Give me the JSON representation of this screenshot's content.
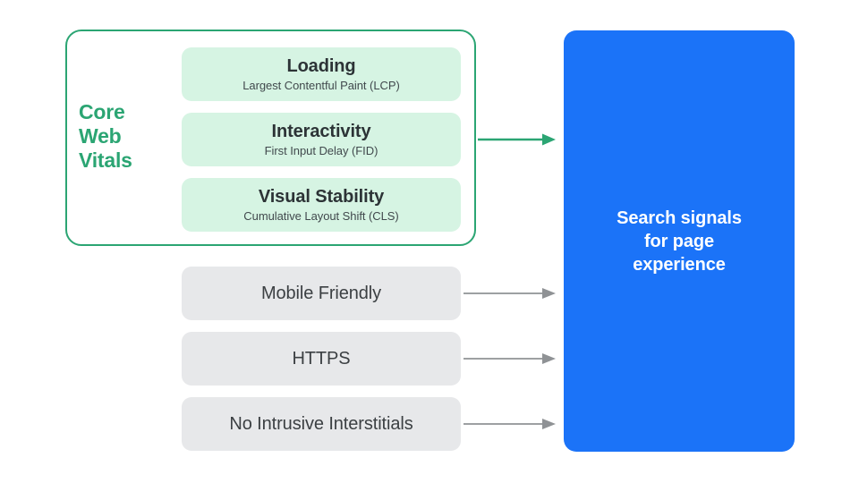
{
  "diagram": {
    "title_hidden": "",
    "colors": {
      "green_accent": "#2BA573",
      "mint_card": "#D6F4E3",
      "gray_box": "#E7E8EA",
      "blue_panel": "#1B73F8",
      "arrow_gray": "#8F9295",
      "text_dark": "#3C4043",
      "background": "#FFFFFF"
    },
    "core_web_vitals": {
      "group_label": "Core\nWeb\nVitals",
      "group_label_lines": [
        "Core",
        "Web",
        "Vitals"
      ],
      "cards": [
        {
          "title": "Loading",
          "subtitle": "Largest Contentful Paint (LCP)",
          "metric_abbr": "LCP"
        },
        {
          "title": "Interactivity",
          "subtitle": "First Input Delay (FID)",
          "metric_abbr": "FID"
        },
        {
          "title": "Visual Stability",
          "subtitle": "Cumulative Layout Shift (CLS)",
          "metric_abbr": "CLS"
        }
      ]
    },
    "other_signals": [
      {
        "label": "Mobile Friendly"
      },
      {
        "label": "HTTPS"
      },
      {
        "label": "No Intrusive Interstitials"
      }
    ],
    "outcome": {
      "text": "Search signals\nfor page\nexperience",
      "lines": [
        "Search signals",
        "for page",
        "experience"
      ]
    },
    "arrows": [
      {
        "name": "core-web-vitals-arrow",
        "color": "#2BA573",
        "from": "core-web-vitals-group",
        "to": "search-signals-panel"
      },
      {
        "name": "mobile-friendly-arrow",
        "color": "#8F9295",
        "from": "mobile-friendly-box",
        "to": "search-signals-panel"
      },
      {
        "name": "https-arrow",
        "color": "#8F9295",
        "from": "https-box",
        "to": "search-signals-panel"
      },
      {
        "name": "no-intrusive-interstitials-arrow",
        "color": "#8F9295",
        "from": "no-intrusive-interstitials-box",
        "to": "search-signals-panel"
      }
    ]
  }
}
